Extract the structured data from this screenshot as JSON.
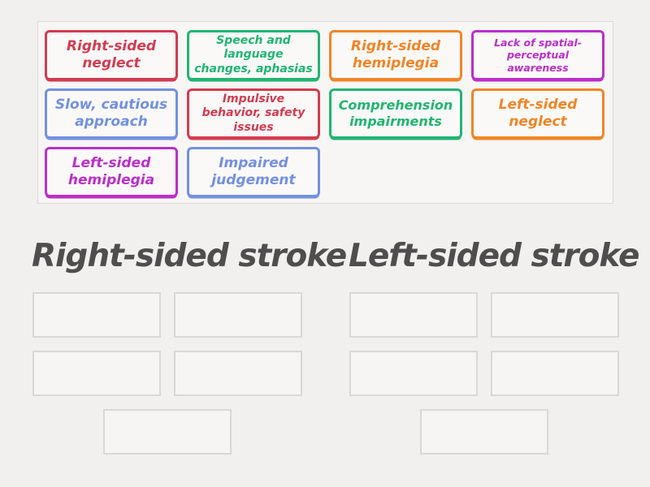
{
  "palette": {
    "page_background": "#f1f0ef",
    "header_text": "#4f4d4d",
    "slot_border": "#d9d8d7",
    "red": "#d23b50",
    "green": "#21b573",
    "orange": "#f08527",
    "purple": "#bb2fc9",
    "blue": "#7390e0"
  },
  "tray": {
    "cards": [
      {
        "label": "Right-sided neglect",
        "color": "#d23b50"
      },
      {
        "label": "Speech and language changes, aphasias",
        "color": "#21b573"
      },
      {
        "label": "Right-sided hemiplegia",
        "color": "#f08527"
      },
      {
        "label": "Lack of spatial-perceptual awareness",
        "color": "#bb2fc9"
      },
      {
        "label": "Slow, cautious approach",
        "color": "#7390e0"
      },
      {
        "label": "Impulsive behavior, safety issues",
        "color": "#d23b50"
      },
      {
        "label": "Comprehension impairments",
        "color": "#21b573"
      },
      {
        "label": "Left-sided neglect",
        "color": "#f08527"
      },
      {
        "label": "Left-sided hemiplegia",
        "color": "#bb2fc9"
      },
      {
        "label": "Impaired judgement",
        "color": "#7390e0"
      }
    ]
  },
  "groups": [
    {
      "title": "Right-sided stroke",
      "slot_count": 5
    },
    {
      "title": "Left-sided stroke",
      "slot_count": 5
    }
  ]
}
